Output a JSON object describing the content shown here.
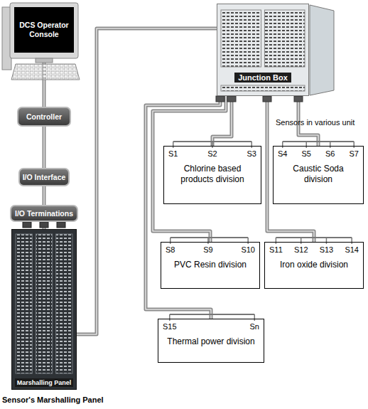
{
  "diagram": {
    "nodes": [
      {
        "text": [
          "DCS Operator Console"
        ]
      },
      {
        "text": [
          "Controller"
        ]
      },
      {
        "text": [
          "I/O Interface"
        ]
      },
      {
        "text": [
          "I/O Terminations"
        ]
      },
      {
        "text": [
          "Marshalling Panel"
        ]
      },
      {
        "text": [
          "Junction Box"
        ]
      },
      {
        "text": [
          "S1",
          "S2",
          "S3",
          "Chlorine based products division"
        ]
      },
      {
        "text": [
          "S4",
          "S5",
          "S6",
          "S7",
          "Caustic Soda division"
        ]
      },
      {
        "text": [
          "S8",
          "S9",
          "S10",
          "PVC Resin division"
        ]
      },
      {
        "text": [
          "S11",
          "S12",
          "S13",
          "S14",
          "Iron oxide division"
        ]
      },
      {
        "text": [
          "S15",
          "Sn",
          "Thermal power division"
        ]
      }
    ],
    "edges": [
      {
        "from": 0,
        "to": 1,
        "arrow": "none"
      },
      {
        "from": 1,
        "to": 2,
        "arrow": "none"
      },
      {
        "from": 2,
        "to": 3,
        "arrow": "none"
      },
      {
        "from": 3,
        "to": 4,
        "arrow": "none"
      },
      {
        "from": 4,
        "to": 5,
        "arrow": "none"
      },
      {
        "from": 5,
        "to": 6,
        "arrow": "none"
      },
      {
        "from": 5,
        "to": 7,
        "arrow": "none"
      },
      {
        "from": 5,
        "to": 8,
        "arrow": "none"
      },
      {
        "from": 5,
        "to": 9,
        "arrow": "none"
      },
      {
        "from": 5,
        "to": 10,
        "arrow": "none"
      }
    ],
    "labels": [
      "Sensors in various unit",
      "Sensor's Marshalling Panel"
    ]
  }
}
